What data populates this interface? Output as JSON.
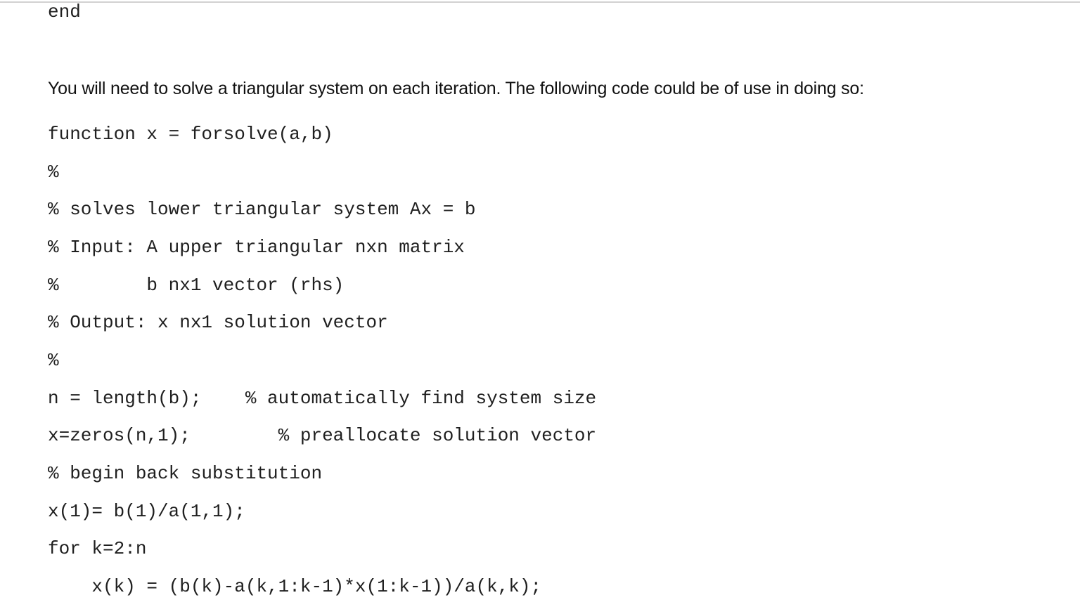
{
  "page": {
    "background_color": "#ffffff",
    "top_rule_color": "#d2d1d1",
    "text_color": "#111111",
    "code_text_color": "#1f1f1f"
  },
  "document": {
    "previous_code_end": "end",
    "paragraph": "You will need to solve a triangular system on each iteration. The following code could be of use in doing so:",
    "code_lines": [
      "function x = forsolve(a,b)",
      "%",
      "% solves lower triangular system Ax = b",
      "% Input: A upper triangular nxn matrix",
      "%        b nx1 vector (rhs)",
      "% Output: x nx1 solution vector",
      "%",
      "n = length(b);    % automatically find system size",
      "x=zeros(n,1);        % preallocate solution vector",
      "% begin back substitution",
      "x(1)= b(1)/a(1,1);",
      "for k=2:n",
      "    x(k) = (b(k)-a(k,1:k-1)*x(1:k-1))/a(k,k);"
    ]
  }
}
